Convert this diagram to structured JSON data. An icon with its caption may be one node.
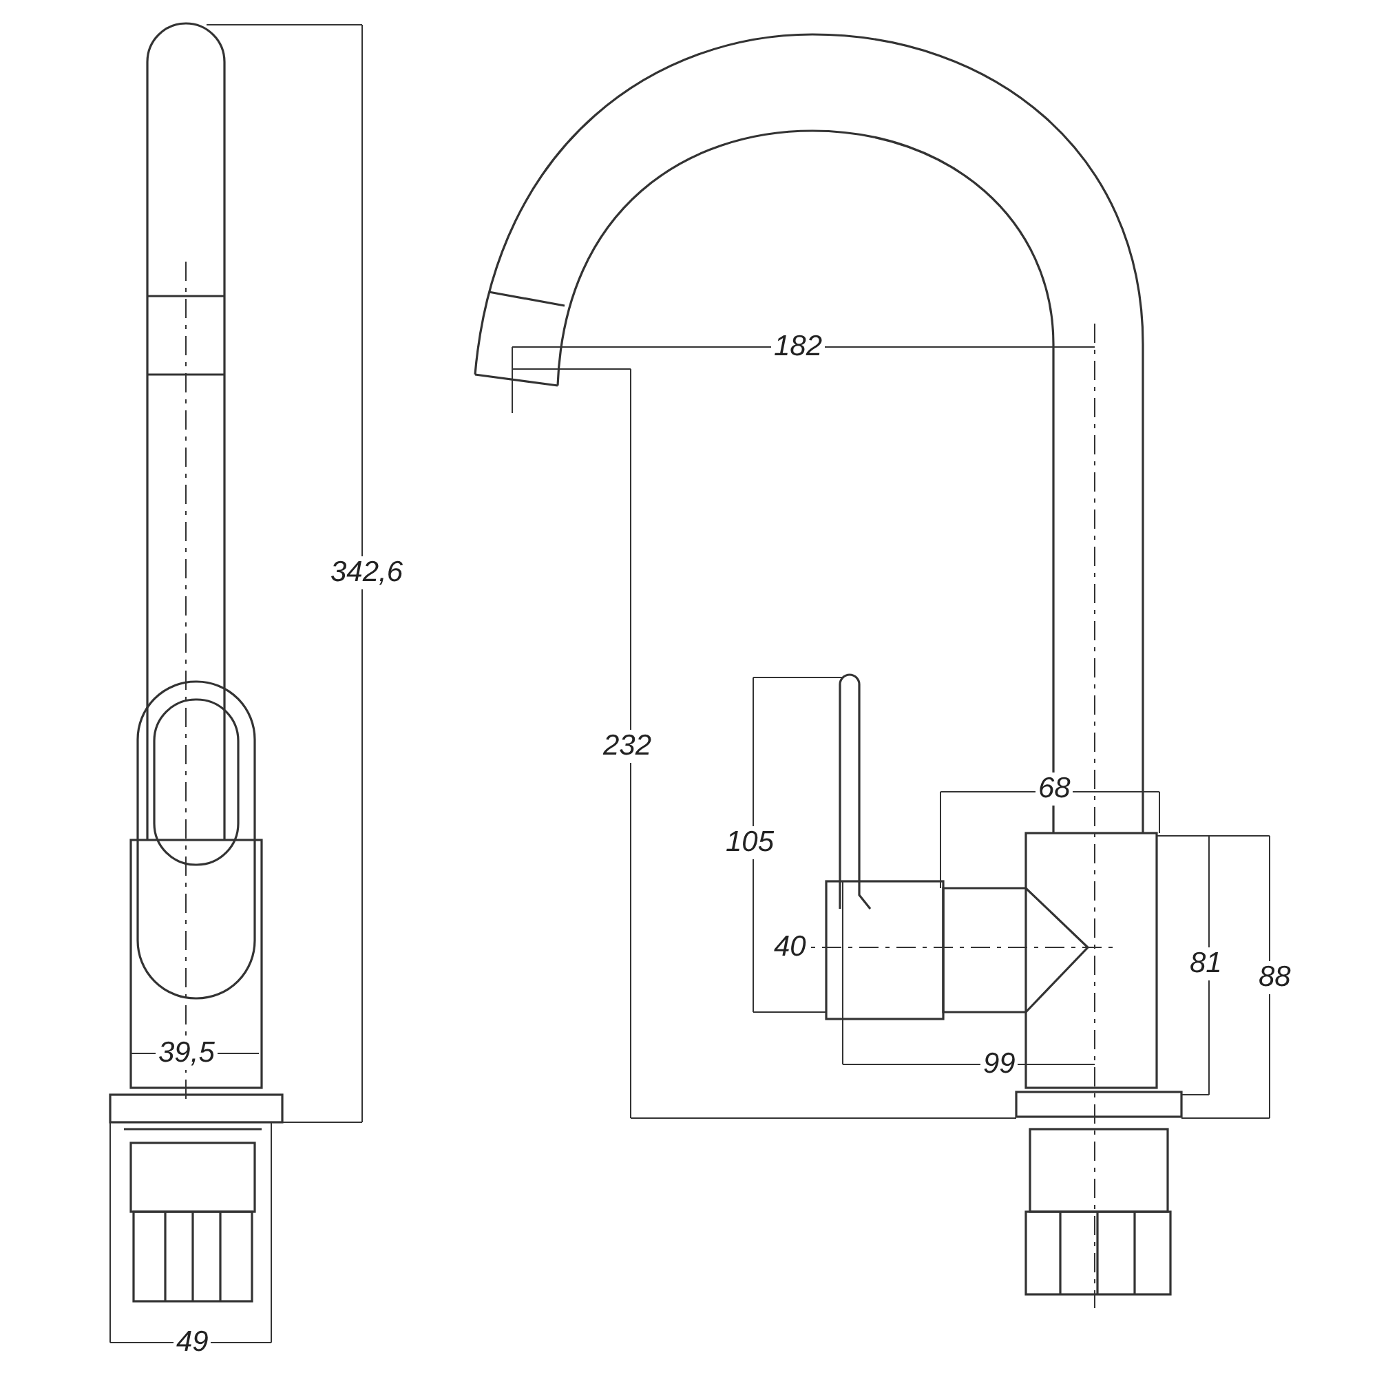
{
  "diagram": {
    "labels": [
      "182",
      "342,6",
      "232",
      "68",
      "105",
      "40",
      "81",
      "88",
      "39,5",
      "99",
      "49"
    ]
  }
}
